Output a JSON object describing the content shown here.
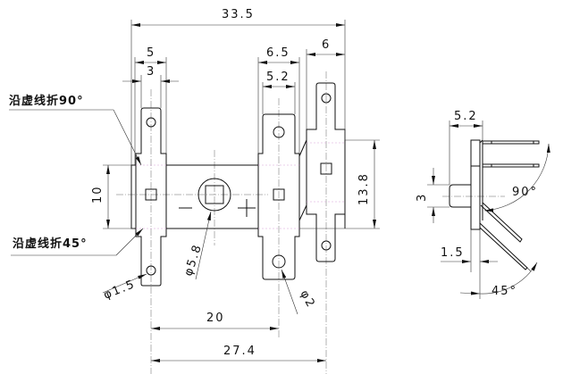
{
  "front_view": {
    "dims": {
      "overall_width": "33.5",
      "left_tab_outer": "5",
      "left_tab_inner": "3",
      "mid_tab_outer": "6.5",
      "mid_tab_inner": "5.2",
      "right_tab": "6",
      "body_height": "10",
      "right_height": "13.8",
      "pitch_20": "20",
      "pitch_274": "27.4",
      "hole_small": "φ1.5",
      "hole_center": "φ5.8",
      "hole_mid": "φ2"
    },
    "notes": {
      "fold_90": "沿虚线折90°",
      "fold_45": "沿虚线折45°"
    },
    "polarity": {
      "minus": "−",
      "plus": "+"
    }
  },
  "side_view": {
    "dims": {
      "width": "5.2",
      "pin": "3",
      "thickness": "1.5"
    },
    "angles": {
      "a90": "90°",
      "a45": "45°"
    }
  }
}
